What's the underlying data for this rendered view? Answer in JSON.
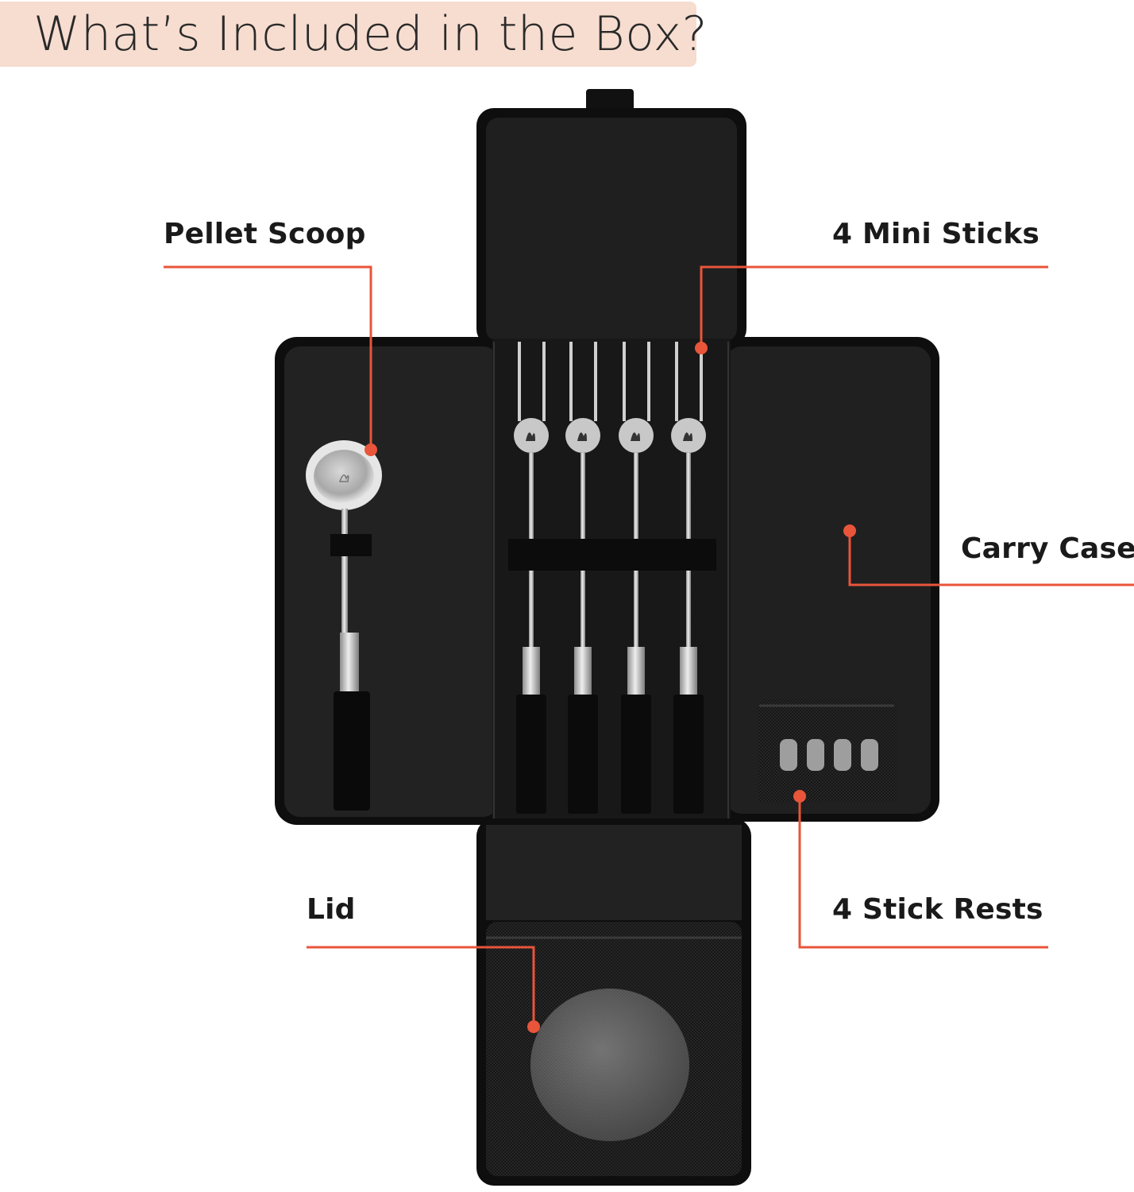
{
  "title": "What’s Included in the Box?",
  "labels": {
    "pellet_scoop": "Pellet Scoop",
    "mini_sticks": "4 Mini Sticks",
    "carry_case": "Carry Case",
    "stick_rests": "4 Stick Rests",
    "lid": "Lid"
  },
  "colors": {
    "banner": "#f6ddcf",
    "callout": "#e8553a",
    "case": "#141414",
    "steel": "#c8c8c8"
  }
}
